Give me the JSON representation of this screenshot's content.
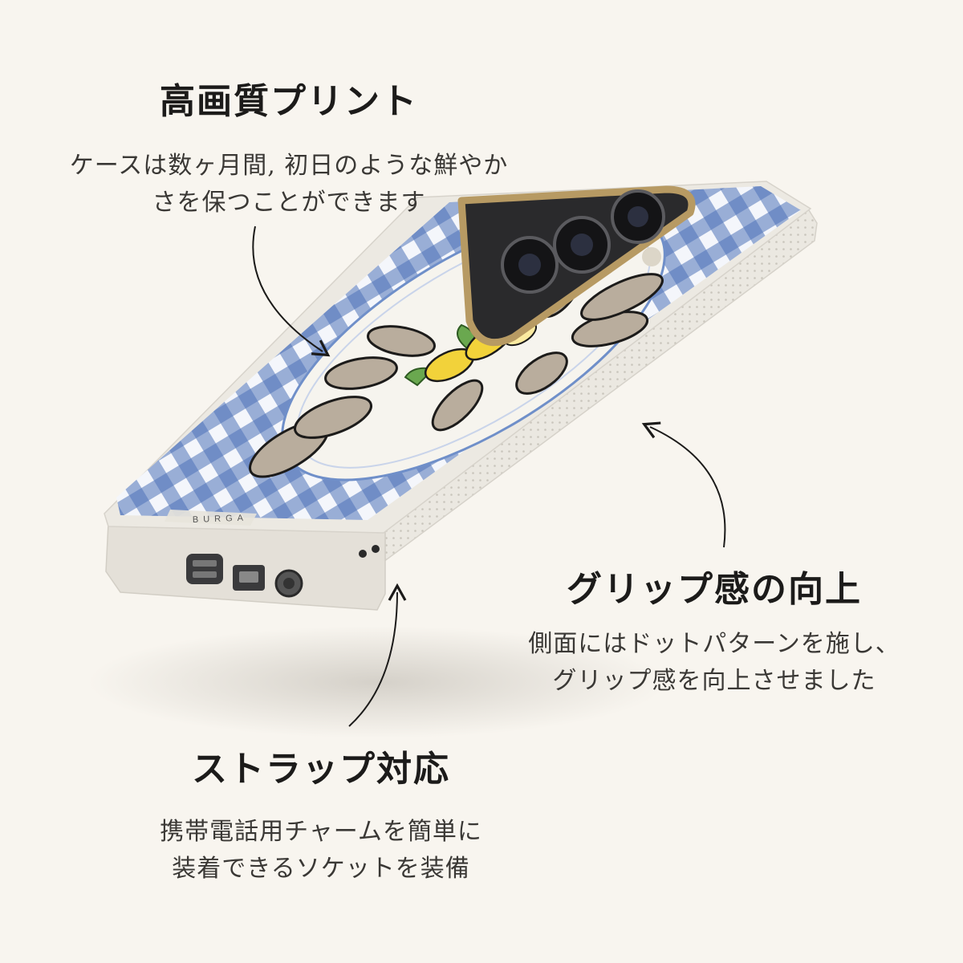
{
  "brand": {
    "logo_text": "BURGA"
  },
  "features": {
    "print": {
      "title": "高画質プリント",
      "desc_line1": "ケースは数ヶ月間, 初日のような鮮やか",
      "desc_line2": "さを保つことができます"
    },
    "grip": {
      "title": "グリップ感の向上",
      "desc_line1": "側面にはドットパターンを施し、",
      "desc_line2": "グリップ感を向上させました"
    },
    "strap": {
      "title": "ストラップ対応",
      "desc_line1": "携帯電話用チャームを簡単に",
      "desc_line2": "装着できるソケットを装備"
    }
  },
  "colors": {
    "background": "#f8f5ef",
    "case_body": "#e9e6df",
    "gingham": "#4f72b8",
    "camera_ring": "#b79a63",
    "lemon": "#f2d23a"
  },
  "icons": [
    "arrow-print-icon",
    "arrow-grip-icon",
    "arrow-strap-icon"
  ]
}
